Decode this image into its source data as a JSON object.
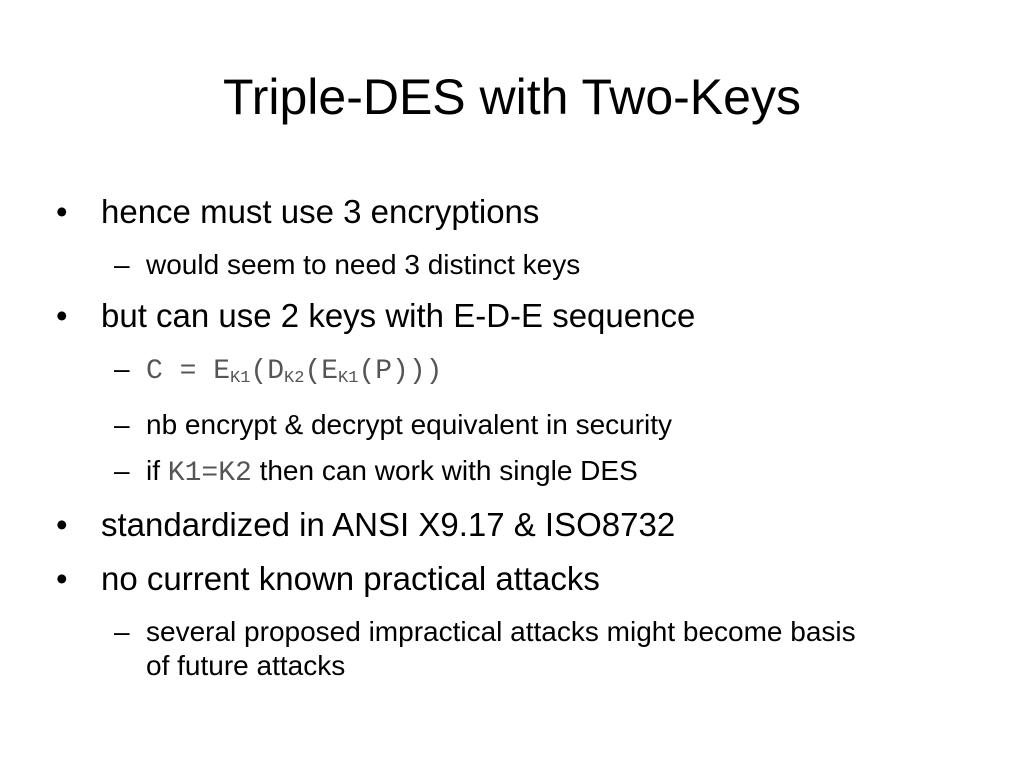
{
  "title": "Triple-DES with Two-Keys",
  "bullet_glyph": "•",
  "dash_glyph": "–",
  "items": [
    {
      "text": "hence must use 3 encryptions"
    },
    {
      "text": "would seem to need 3 distinct keys"
    },
    {
      "text": "but can use 2 keys with E-D-E sequence"
    },
    {
      "formula": {
        "lhs": "C = E",
        "k1a": "K1",
        "d": "(D",
        "k2": "K2",
        "e": "(E",
        "k1b": "K1",
        "tail": "(P)))"
      }
    },
    {
      "text": "nb encrypt & decrypt equivalent in security"
    },
    {
      "pre": "if ",
      "code": "K1=K2",
      "post": " then can work with single DES"
    },
    {
      "text": "standardized in ANSI X9.17 & ISO8732"
    },
    {
      "text": "no current known practical attacks"
    },
    {
      "text": "several proposed impractical attacks might become basis of future attacks"
    }
  ]
}
